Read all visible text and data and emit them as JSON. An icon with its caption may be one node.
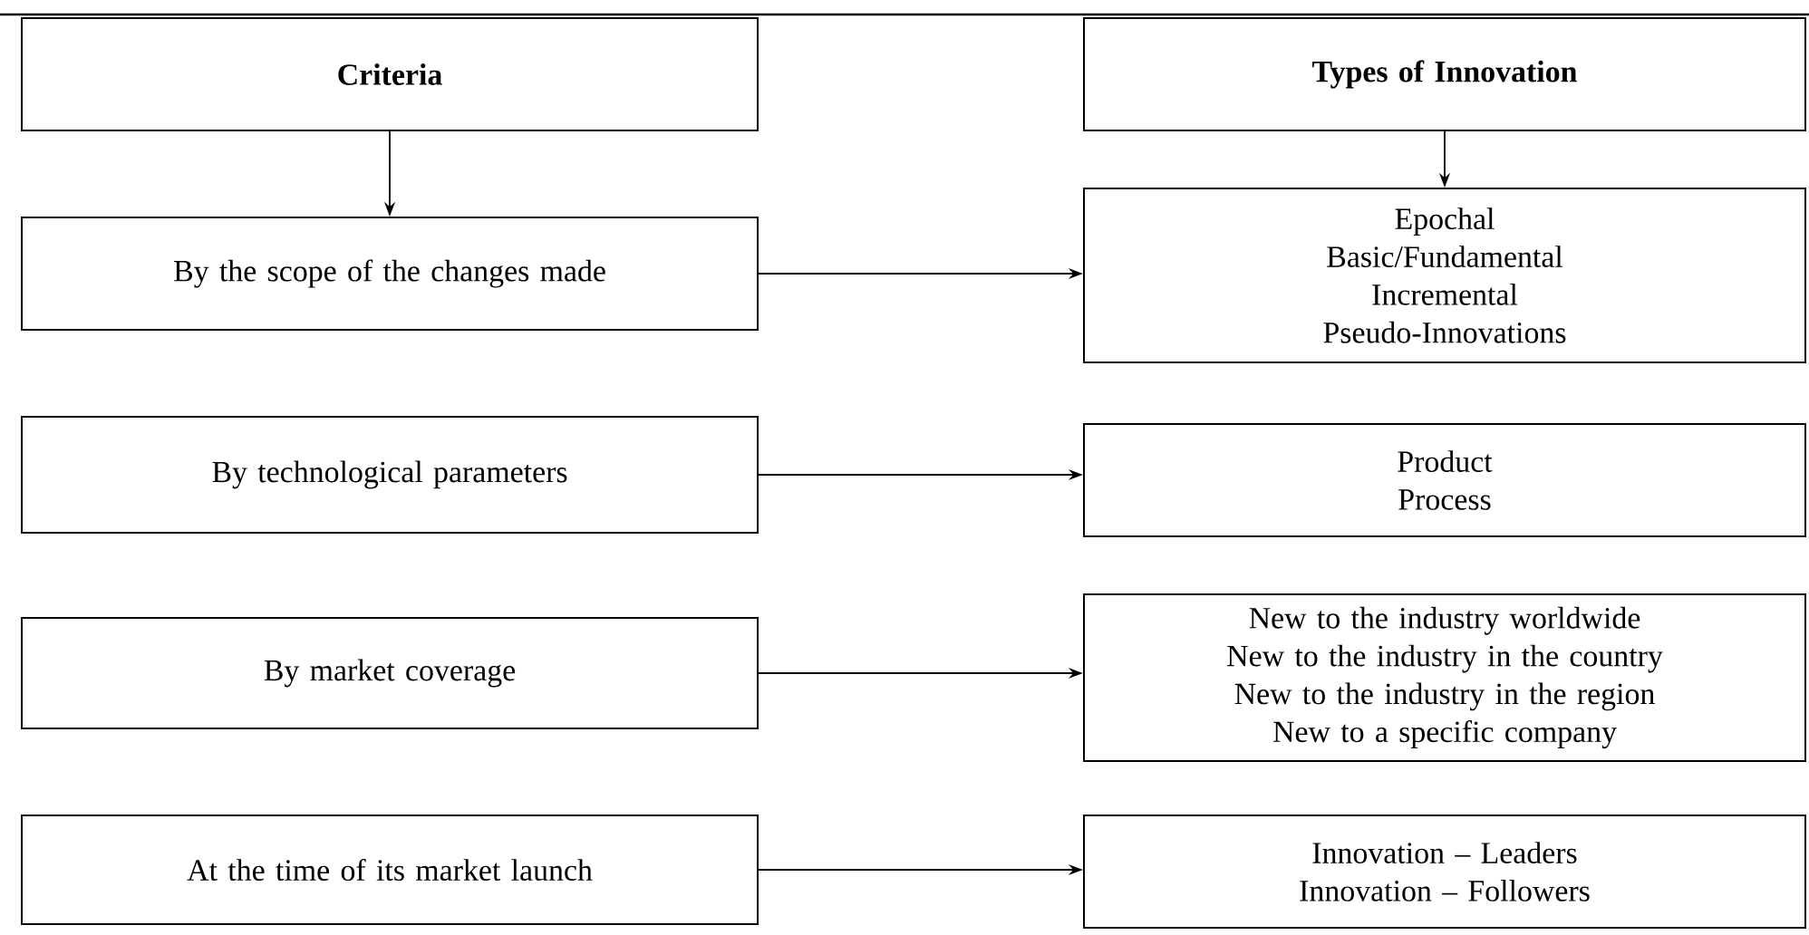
{
  "diagram": {
    "nodes": [
      {
        "text": [
          "Criteria"
        ]
      },
      {
        "text": [
          "Types of Innovation"
        ]
      },
      {
        "text": [
          "By the scope of the changes made"
        ]
      },
      {
        "text": [
          "Epochal",
          "Basic/Fundamental",
          "Incremental",
          "Pseudo-Innovations"
        ]
      },
      {
        "text": [
          "By technological parameters"
        ]
      },
      {
        "text": [
          "Product",
          "Process"
        ]
      },
      {
        "text": [
          "By market coverage"
        ]
      },
      {
        "text": [
          "New to the industry worldwide",
          "New to the industry in the country",
          "New to the industry in the region",
          "New to a specific company"
        ]
      },
      {
        "text": [
          "At the time of its market launch"
        ]
      },
      {
        "text": [
          "Innovation – Leaders",
          "Innovation – Followers"
        ]
      }
    ],
    "edges": [
      {
        "from": 0,
        "to": 2,
        "arrow": "to"
      },
      {
        "from": 1,
        "to": 3,
        "arrow": "to"
      },
      {
        "from": 2,
        "to": 3,
        "arrow": "to"
      },
      {
        "from": 4,
        "to": 5,
        "arrow": "to"
      },
      {
        "from": 6,
        "to": 7,
        "arrow": "to"
      },
      {
        "from": 8,
        "to": 9,
        "arrow": "to"
      }
    ]
  }
}
